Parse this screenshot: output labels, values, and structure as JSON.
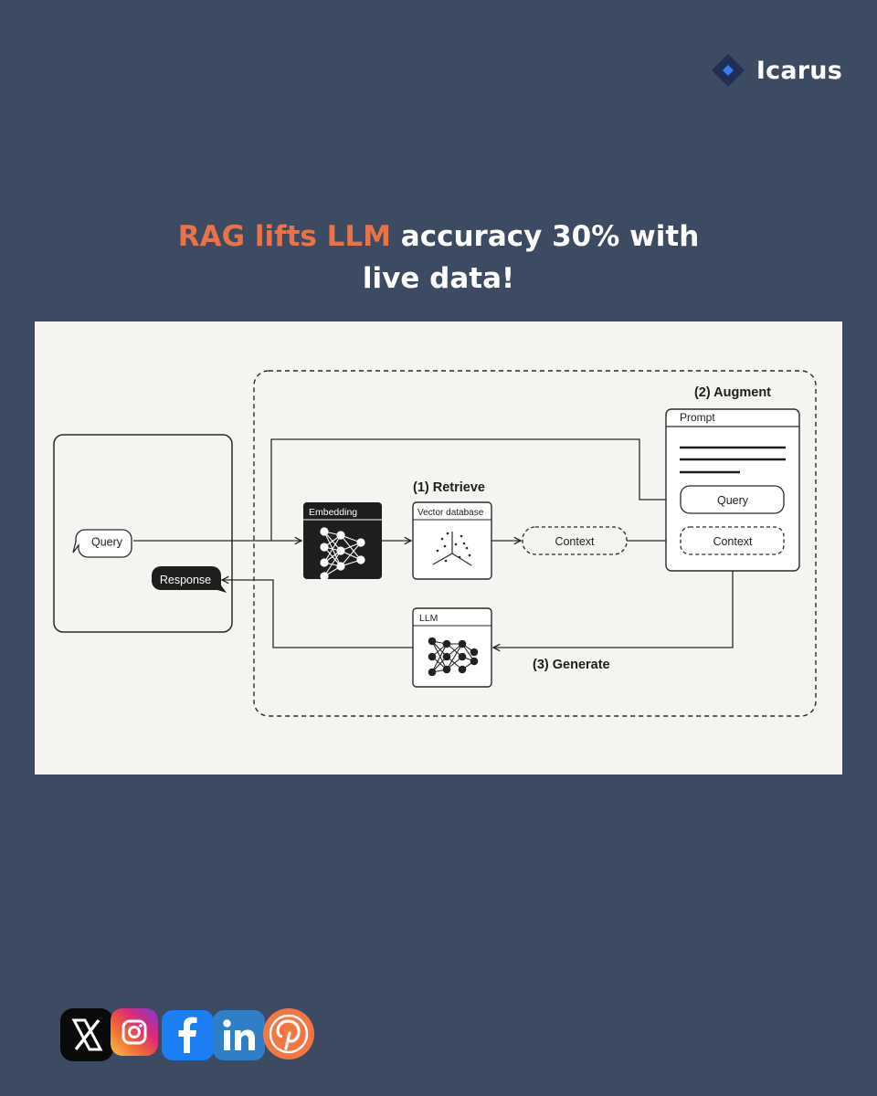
{
  "brand": {
    "name": "Icarus"
  },
  "headline": {
    "accent": "RAG lifts LLM",
    "rest": " accuracy 30% with",
    "line2": "live data!"
  },
  "diagram": {
    "user_query": "Query",
    "response": "Response",
    "embedding_label": "Embedding",
    "retrieve_label": "(1) Retrieve",
    "vector_db_label": "Vector database",
    "context_label": "Context",
    "augment_label": "(2) Augment",
    "prompt_label": "Prompt",
    "prompt_query": "Query",
    "prompt_context": "Context",
    "llm_label": "LLM",
    "generate_label": "(3) Generate"
  },
  "social": {
    "icons": [
      "x-icon",
      "instagram-icon",
      "facebook-icon",
      "linkedin-icon",
      "pinterest-icon"
    ],
    "colors": {
      "x": "#0a0a0a",
      "facebook": "#1b7ef2",
      "linkedin": "#2f7fc6",
      "pinterest": "#f47642"
    }
  },
  "colors": {
    "background": "#3c4b61",
    "accent": "#e8734a",
    "card": "#f5f4f1"
  }
}
